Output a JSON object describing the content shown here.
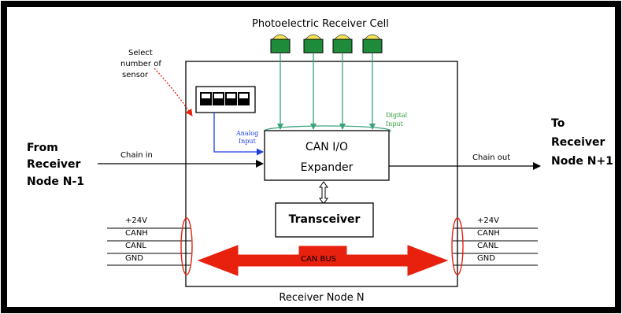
{
  "cell_label": "Photoelectric Receiver Cell",
  "select_label": [
    "Select",
    "number of",
    "sensor"
  ],
  "analog_label": [
    "Analog",
    "Input"
  ],
  "digital_label": [
    "Digital",
    "Input"
  ],
  "expander_label": [
    "CAN I/O",
    "Expander"
  ],
  "transceiver_label": "Transceiver",
  "bus_label": "CAN BUS",
  "node_label": "Receiver Node N",
  "chain_in": "Chain in",
  "chain_out": "Chain out",
  "from_label": [
    "From",
    "Receiver",
    "Node N-1"
  ],
  "to_label": [
    "To",
    "Receiver",
    "Node N+1"
  ],
  "left_wires": [
    "+24V",
    "CANH",
    "CANL",
    "GND"
  ],
  "right_wires": [
    "+24V",
    "CANH",
    "CANL",
    "GND"
  ],
  "colors": {
    "frame": "#000000",
    "cell_fill": "#1f8c3c",
    "cell_cap": "#f2e35a",
    "arrow_green": "#3aa37a",
    "analog_blue": "#1d3fe0",
    "digital_green": "#2a9a3a",
    "bus_red": "#e8200e",
    "select_red": "#e8200e"
  }
}
